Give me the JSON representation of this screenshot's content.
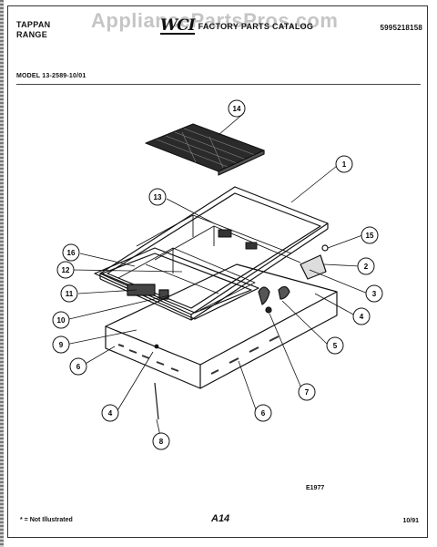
{
  "header": {
    "brand_line1": "TAPPAN",
    "brand_line2": "RANGE",
    "watermark": "AppliancePartsPros.com",
    "logo": "WCI",
    "catalog_title": "FACTORY PARTS CATALOG",
    "part_number": "5995218158"
  },
  "model": "MODEL 13-2589-10/01",
  "callouts": [
    "14",
    "1",
    "13",
    "15",
    "16",
    "2",
    "12",
    "3",
    "11",
    "4",
    "10",
    "5",
    "9",
    "6",
    "7",
    "4",
    "6",
    "8"
  ],
  "diagram_code": "E1977",
  "footer": {
    "note": "* = Not Illustrated",
    "page": "A14",
    "date": "10/91"
  }
}
